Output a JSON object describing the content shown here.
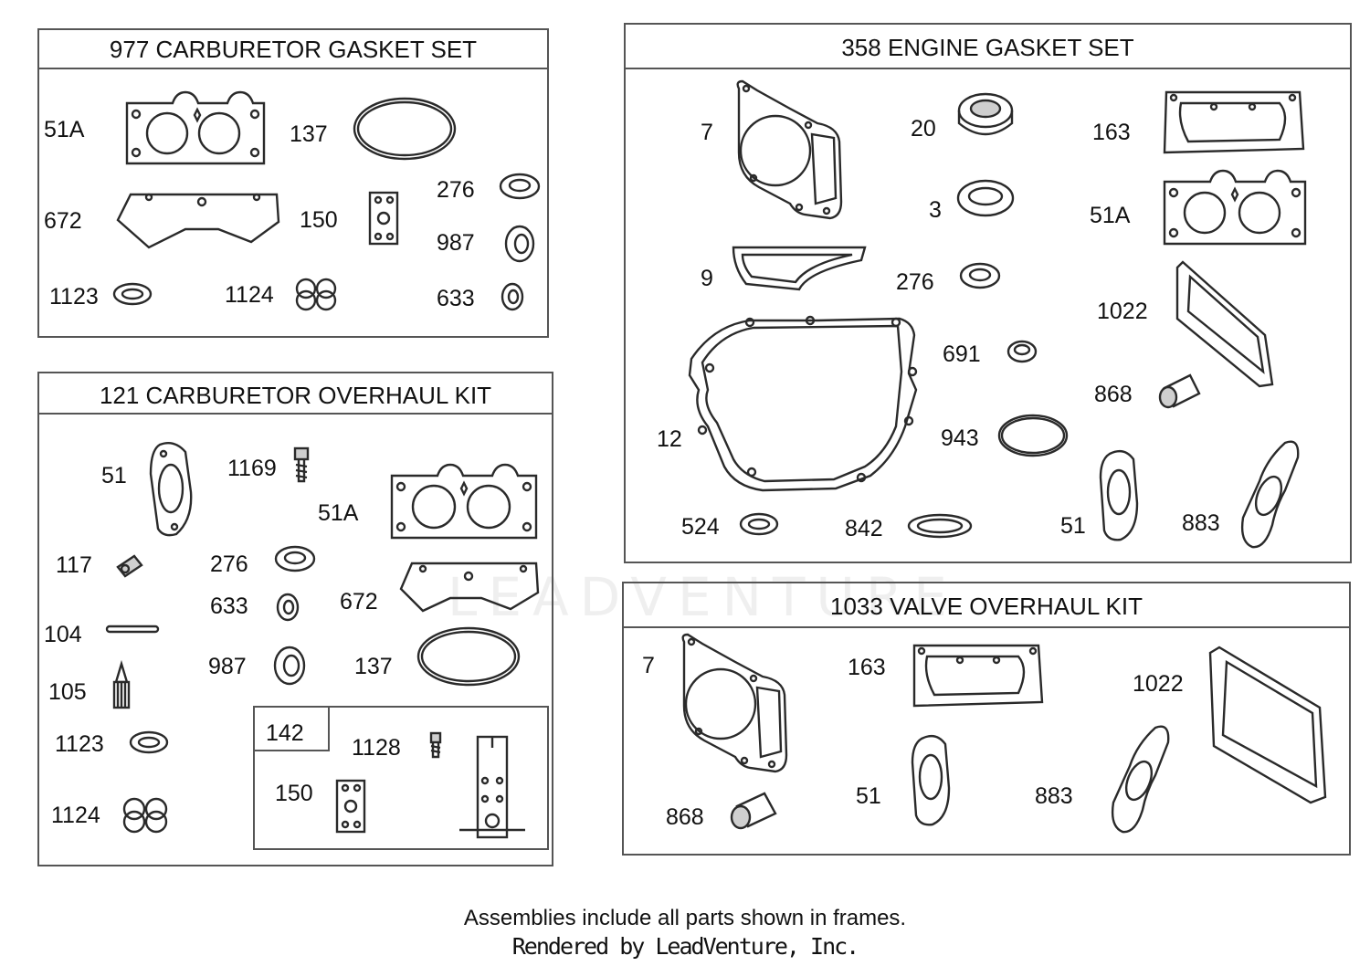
{
  "frames": {
    "carb_gasket": {
      "title": "977 CARBURETOR GASKET SET",
      "labels": [
        "51A",
        "137",
        "672",
        "150",
        "276",
        "987",
        "1123",
        "1124",
        "633"
      ]
    },
    "carb_overhaul": {
      "title": "121 CARBURETOR OVERHAUL KIT",
      "labels": [
        "51",
        "1169",
        "51A",
        "117",
        "276",
        "633",
        "672",
        "104",
        "987",
        "137",
        "105",
        "1123",
        "1124"
      ],
      "subframe": {
        "title": "142",
        "labels": [
          "1128",
          "150"
        ]
      }
    },
    "engine_gasket": {
      "title": "358 ENGINE GASKET SET",
      "labels": [
        "7",
        "20",
        "163",
        "3",
        "51A",
        "9",
        "276",
        "1022",
        "691",
        "868",
        "12",
        "943",
        "524",
        "842",
        "51",
        "883"
      ]
    },
    "valve_overhaul": {
      "title": "1033 VALVE OVERHAUL KIT",
      "labels": [
        "7",
        "163",
        "1022",
        "51",
        "883",
        "868"
      ]
    }
  },
  "footer": {
    "line1": "Assemblies include all parts shown in frames.",
    "line2": "Rendered by LeadVenture, Inc."
  },
  "watermark": "LEADVENTURE"
}
